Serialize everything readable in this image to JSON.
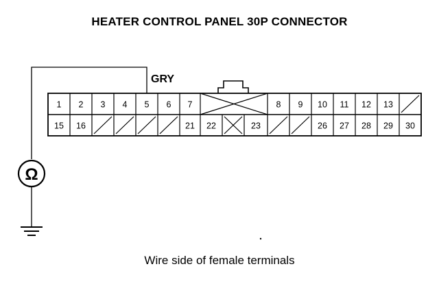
{
  "title": "HEATER CONTROL PANEL 30P CONNECTOR",
  "caption": "Wire side of female terminals",
  "wire_color": "GRY",
  "meter_symbol": "Ω",
  "connector": {
    "top_row": [
      {
        "label": "1"
      },
      {
        "label": "2"
      },
      {
        "label": "3"
      },
      {
        "label": "4"
      },
      {
        "label": "5"
      },
      {
        "label": "6"
      },
      {
        "label": "7"
      },
      {
        "label": "",
        "blank": "latch"
      },
      {
        "label": "8"
      },
      {
        "label": "9"
      },
      {
        "label": "10"
      },
      {
        "label": "11"
      },
      {
        "label": "12"
      },
      {
        "label": "13"
      },
      {
        "label": "",
        "blank": "slash"
      }
    ],
    "bottom_row": [
      {
        "label": "15"
      },
      {
        "label": "16"
      },
      {
        "label": "",
        "blank": "slash"
      },
      {
        "label": "",
        "blank": "slash"
      },
      {
        "label": "",
        "blank": "slash"
      },
      {
        "label": "",
        "blank": "slash"
      },
      {
        "label": "21"
      },
      {
        "label": "22"
      },
      {
        "label": "",
        "blank": "cross"
      },
      {
        "label": "23"
      },
      {
        "label": "",
        "blank": "slash"
      },
      {
        "label": "",
        "blank": "slash"
      },
      {
        "label": "26"
      },
      {
        "label": "27"
      },
      {
        "label": "28"
      },
      {
        "label": "29"
      },
      {
        "label": "30"
      }
    ]
  }
}
